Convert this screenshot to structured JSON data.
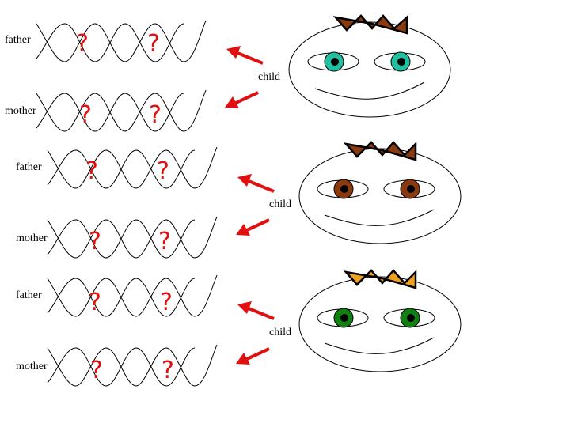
{
  "labels": {
    "father": "father",
    "mother": "mother",
    "child": "child",
    "unknown": "?"
  },
  "families": [
    {
      "eye_color": "#20c0a0",
      "hair_color": "#8b3a10"
    },
    {
      "eye_color": "#8b3a10",
      "hair_color": "#8b3a10"
    },
    {
      "eye_color": "#108010",
      "hair_color": "#f0a020"
    }
  ],
  "colors": {
    "question_mark": "#e01010",
    "arrow": "#e01010"
  }
}
